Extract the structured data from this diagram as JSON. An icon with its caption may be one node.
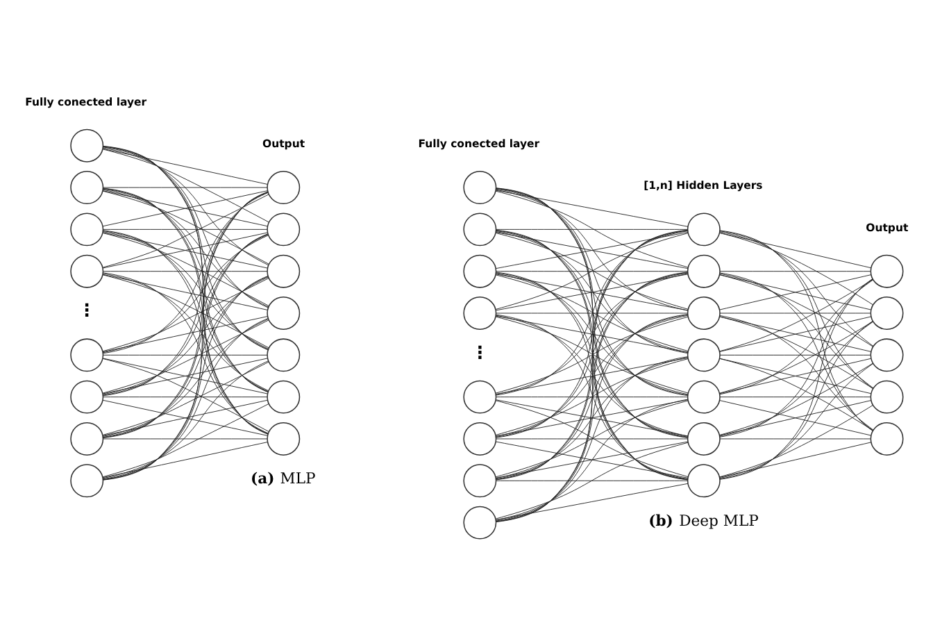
{
  "diagram": {
    "nodes": [
      {
        "text": [],
        "shape": "circle"
      },
      {
        "text": [],
        "shape": "circle"
      },
      {
        "text": [],
        "shape": "circle"
      },
      {
        "text": [],
        "shape": "circle"
      },
      {
        "text": [],
        "shape": "circle"
      },
      {
        "text": [],
        "shape": "circle"
      },
      {
        "text": [],
        "shape": "circle"
      },
      {
        "text": [],
        "shape": "circle"
      },
      {
        "text": [],
        "shape": "circle"
      },
      {
        "text": [],
        "shape": "circle"
      },
      {
        "text": [],
        "shape": "circle"
      },
      {
        "text": [],
        "shape": "circle"
      },
      {
        "text": [],
        "shape": "circle"
      },
      {
        "text": [],
        "shape": "circle"
      },
      {
        "text": [],
        "shape": "circle"
      },
      {
        "text": [],
        "shape": "circle"
      },
      {
        "text": [],
        "shape": "circle"
      },
      {
        "text": [],
        "shape": "circle"
      },
      {
        "text": [],
        "shape": "circle"
      },
      {
        "text": [],
        "shape": "circle"
      },
      {
        "text": [],
        "shape": "circle"
      },
      {
        "text": [],
        "shape": "circle"
      },
      {
        "text": [],
        "shape": "circle"
      },
      {
        "text": [],
        "shape": "circle"
      },
      {
        "text": [],
        "shape": "circle"
      },
      {
        "text": [],
        "shape": "circle"
      },
      {
        "text": [],
        "shape": "circle"
      },
      {
        "text": [],
        "shape": "circle"
      },
      {
        "text": [],
        "shape": "circle"
      },
      {
        "text": [],
        "shape": "circle"
      },
      {
        "text": [],
        "shape": "circle"
      },
      {
        "text": [],
        "shape": "circle"
      },
      {
        "text": [],
        "shape": "circle"
      },
      {
        "text": [],
        "shape": "circle"
      },
      {
        "text": [],
        "shape": "circle"
      }
    ],
    "edges": [
      {
        "from": 0,
        "to": 8,
        "arrow": "none"
      },
      {
        "from": 0,
        "to": 9,
        "arrow": "none"
      },
      {
        "from": 0,
        "to": 10,
        "arrow": "none"
      },
      {
        "from": 0,
        "to": 11,
        "arrow": "none"
      },
      {
        "from": 0,
        "to": 12,
        "arrow": "none"
      },
      {
        "from": 0,
        "to": 13,
        "arrow": "none"
      },
      {
        "from": 0,
        "to": 14,
        "arrow": "none"
      },
      {
        "from": 1,
        "to": 8,
        "arrow": "none"
      },
      {
        "from": 1,
        "to": 9,
        "arrow": "none"
      },
      {
        "from": 1,
        "to": 10,
        "arrow": "none"
      },
      {
        "from": 1,
        "to": 11,
        "arrow": "none"
      },
      {
        "from": 1,
        "to": 12,
        "arrow": "none"
      },
      {
        "from": 1,
        "to": 13,
        "arrow": "none"
      },
      {
        "from": 1,
        "to": 14,
        "arrow": "none"
      },
      {
        "from": 2,
        "to": 8,
        "arrow": "none"
      },
      {
        "from": 2,
        "to": 9,
        "arrow": "none"
      },
      {
        "from": 2,
        "to": 10,
        "arrow": "none"
      },
      {
        "from": 2,
        "to": 11,
        "arrow": "none"
      },
      {
        "from": 2,
        "to": 12,
        "arrow": "none"
      },
      {
        "from": 2,
        "to": 13,
        "arrow": "none"
      },
      {
        "from": 2,
        "to": 14,
        "arrow": "none"
      },
      {
        "from": 3,
        "to": 8,
        "arrow": "none"
      },
      {
        "from": 3,
        "to": 9,
        "arrow": "none"
      },
      {
        "from": 3,
        "to": 10,
        "arrow": "none"
      },
      {
        "from": 3,
        "to": 11,
        "arrow": "none"
      },
      {
        "from": 3,
        "to": 12,
        "arrow": "none"
      },
      {
        "from": 3,
        "to": 13,
        "arrow": "none"
      },
      {
        "from": 3,
        "to": 14,
        "arrow": "none"
      },
      {
        "from": 4,
        "to": 8,
        "arrow": "none"
      },
      {
        "from": 4,
        "to": 9,
        "arrow": "none"
      },
      {
        "from": 4,
        "to": 10,
        "arrow": "none"
      },
      {
        "from": 4,
        "to": 11,
        "arrow": "none"
      },
      {
        "from": 4,
        "to": 12,
        "arrow": "none"
      },
      {
        "from": 4,
        "to": 13,
        "arrow": "none"
      },
      {
        "from": 4,
        "to": 14,
        "arrow": "none"
      },
      {
        "from": 5,
        "to": 8,
        "arrow": "none"
      },
      {
        "from": 5,
        "to": 9,
        "arrow": "none"
      },
      {
        "from": 5,
        "to": 10,
        "arrow": "none"
      },
      {
        "from": 5,
        "to": 11,
        "arrow": "none"
      },
      {
        "from": 5,
        "to": 12,
        "arrow": "none"
      },
      {
        "from": 5,
        "to": 13,
        "arrow": "none"
      },
      {
        "from": 5,
        "to": 14,
        "arrow": "none"
      },
      {
        "from": 6,
        "to": 8,
        "arrow": "none"
      },
      {
        "from": 6,
        "to": 9,
        "arrow": "none"
      },
      {
        "from": 6,
        "to": 10,
        "arrow": "none"
      },
      {
        "from": 6,
        "to": 11,
        "arrow": "none"
      },
      {
        "from": 6,
        "to": 12,
        "arrow": "none"
      },
      {
        "from": 6,
        "to": 13,
        "arrow": "none"
      },
      {
        "from": 6,
        "to": 14,
        "arrow": "none"
      },
      {
        "from": 7,
        "to": 8,
        "arrow": "none"
      },
      {
        "from": 7,
        "to": 9,
        "arrow": "none"
      },
      {
        "from": 7,
        "to": 10,
        "arrow": "none"
      },
      {
        "from": 7,
        "to": 11,
        "arrow": "none"
      },
      {
        "from": 7,
        "to": 12,
        "arrow": "none"
      },
      {
        "from": 7,
        "to": 13,
        "arrow": "none"
      },
      {
        "from": 7,
        "to": 14,
        "arrow": "none"
      },
      {
        "from": 15,
        "to": 23,
        "arrow": "none"
      },
      {
        "from": 15,
        "to": 24,
        "arrow": "none"
      },
      {
        "from": 15,
        "to": 25,
        "arrow": "none"
      },
      {
        "from": 15,
        "to": 26,
        "arrow": "none"
      },
      {
        "from": 15,
        "to": 27,
        "arrow": "none"
      },
      {
        "from": 15,
        "to": 28,
        "arrow": "none"
      },
      {
        "from": 15,
        "to": 29,
        "arrow": "none"
      },
      {
        "from": 16,
        "to": 23,
        "arrow": "none"
      },
      {
        "from": 16,
        "to": 24,
        "arrow": "none"
      },
      {
        "from": 16,
        "to": 25,
        "arrow": "none"
      },
      {
        "from": 16,
        "to": 26,
        "arrow": "none"
      },
      {
        "from": 16,
        "to": 27,
        "arrow": "none"
      },
      {
        "from": 16,
        "to": 28,
        "arrow": "none"
      },
      {
        "from": 16,
        "to": 29,
        "arrow": "none"
      },
      {
        "from": 17,
        "to": 23,
        "arrow": "none"
      },
      {
        "from": 17,
        "to": 24,
        "arrow": "none"
      },
      {
        "from": 17,
        "to": 25,
        "arrow": "none"
      },
      {
        "from": 17,
        "to": 26,
        "arrow": "none"
      },
      {
        "from": 17,
        "to": 27,
        "arrow": "none"
      },
      {
        "from": 17,
        "to": 28,
        "arrow": "none"
      },
      {
        "from": 17,
        "to": 29,
        "arrow": "none"
      },
      {
        "from": 18,
        "to": 23,
        "arrow": "none"
      },
      {
        "from": 18,
        "to": 24,
        "arrow": "none"
      },
      {
        "from": 18,
        "to": 25,
        "arrow": "none"
      },
      {
        "from": 18,
        "to": 26,
        "arrow": "none"
      },
      {
        "from": 18,
        "to": 27,
        "arrow": "none"
      },
      {
        "from": 18,
        "to": 28,
        "arrow": "none"
      },
      {
        "from": 18,
        "to": 29,
        "arrow": "none"
      },
      {
        "from": 19,
        "to": 23,
        "arrow": "none"
      },
      {
        "from": 19,
        "to": 24,
        "arrow": "none"
      },
      {
        "from": 19,
        "to": 25,
        "arrow": "none"
      },
      {
        "from": 19,
        "to": 26,
        "arrow": "none"
      },
      {
        "from": 19,
        "to": 27,
        "arrow": "none"
      },
      {
        "from": 19,
        "to": 28,
        "arrow": "none"
      },
      {
        "from": 19,
        "to": 29,
        "arrow": "none"
      },
      {
        "from": 20,
        "to": 23,
        "arrow": "none"
      },
      {
        "from": 20,
        "to": 24,
        "arrow": "none"
      },
      {
        "from": 20,
        "to": 25,
        "arrow": "none"
      },
      {
        "from": 20,
        "to": 26,
        "arrow": "none"
      },
      {
        "from": 20,
        "to": 27,
        "arrow": "none"
      },
      {
        "from": 20,
        "to": 28,
        "arrow": "none"
      },
      {
        "from": 20,
        "to": 29,
        "arrow": "none"
      },
      {
        "from": 21,
        "to": 23,
        "arrow": "none"
      },
      {
        "from": 21,
        "to": 24,
        "arrow": "none"
      },
      {
        "from": 21,
        "to": 25,
        "arrow": "none"
      },
      {
        "from": 21,
        "to": 26,
        "arrow": "none"
      },
      {
        "from": 21,
        "to": 27,
        "arrow": "none"
      },
      {
        "from": 21,
        "to": 28,
        "arrow": "none"
      },
      {
        "from": 21,
        "to": 29,
        "arrow": "none"
      },
      {
        "from": 22,
        "to": 23,
        "arrow": "none"
      },
      {
        "from": 22,
        "to": 24,
        "arrow": "none"
      },
      {
        "from": 22,
        "to": 25,
        "arrow": "none"
      },
      {
        "from": 22,
        "to": 26,
        "arrow": "none"
      },
      {
        "from": 22,
        "to": 27,
        "arrow": "none"
      },
      {
        "from": 22,
        "to": 28,
        "arrow": "none"
      },
      {
        "from": 22,
        "to": 29,
        "arrow": "none"
      },
      {
        "from": 23,
        "to": 30,
        "arrow": "none"
      },
      {
        "from": 23,
        "to": 31,
        "arrow": "none"
      },
      {
        "from": 23,
        "to": 32,
        "arrow": "none"
      },
      {
        "from": 23,
        "to": 33,
        "arrow": "none"
      },
      {
        "from": 23,
        "to": 34,
        "arrow": "none"
      },
      {
        "from": 24,
        "to": 30,
        "arrow": "none"
      },
      {
        "from": 24,
        "to": 31,
        "arrow": "none"
      },
      {
        "from": 24,
        "to": 32,
        "arrow": "none"
      },
      {
        "from": 24,
        "to": 33,
        "arrow": "none"
      },
      {
        "from": 24,
        "to": 34,
        "arrow": "none"
      },
      {
        "from": 25,
        "to": 30,
        "arrow": "none"
      },
      {
        "from": 25,
        "to": 31,
        "arrow": "none"
      },
      {
        "from": 25,
        "to": 32,
        "arrow": "none"
      },
      {
        "from": 25,
        "to": 33,
        "arrow": "none"
      },
      {
        "from": 25,
        "to": 34,
        "arrow": "none"
      },
      {
        "from": 26,
        "to": 30,
        "arrow": "none"
      },
      {
        "from": 26,
        "to": 31,
        "arrow": "none"
      },
      {
        "from": 26,
        "to": 32,
        "arrow": "none"
      },
      {
        "from": 26,
        "to": 33,
        "arrow": "none"
      },
      {
        "from": 26,
        "to": 34,
        "arrow": "none"
      },
      {
        "from": 27,
        "to": 30,
        "arrow": "none"
      },
      {
        "from": 27,
        "to": 31,
        "arrow": "none"
      },
      {
        "from": 27,
        "to": 32,
        "arrow": "none"
      },
      {
        "from": 27,
        "to": 33,
        "arrow": "none"
      },
      {
        "from": 27,
        "to": 34,
        "arrow": "none"
      },
      {
        "from": 28,
        "to": 30,
        "arrow": "none"
      },
      {
        "from": 28,
        "to": 31,
        "arrow": "none"
      },
      {
        "from": 28,
        "to": 32,
        "arrow": "none"
      },
      {
        "from": 28,
        "to": 33,
        "arrow": "none"
      },
      {
        "from": 28,
        "to": 34,
        "arrow": "none"
      },
      {
        "from": 29,
        "to": 30,
        "arrow": "none"
      },
      {
        "from": 29,
        "to": 31,
        "arrow": "none"
      },
      {
        "from": 29,
        "to": 32,
        "arrow": "none"
      },
      {
        "from": 29,
        "to": 33,
        "arrow": "none"
      },
      {
        "from": 29,
        "to": 34,
        "arrow": "none"
      }
    ],
    "labels": [
      "Fully conected layer",
      "Output",
      "⋮",
      "**(a)** MLP",
      "Fully conected layer",
      "[1,n] Hidden Layers",
      "Output",
      "⋮",
      "**(b)** Deep MLP"
    ]
  }
}
